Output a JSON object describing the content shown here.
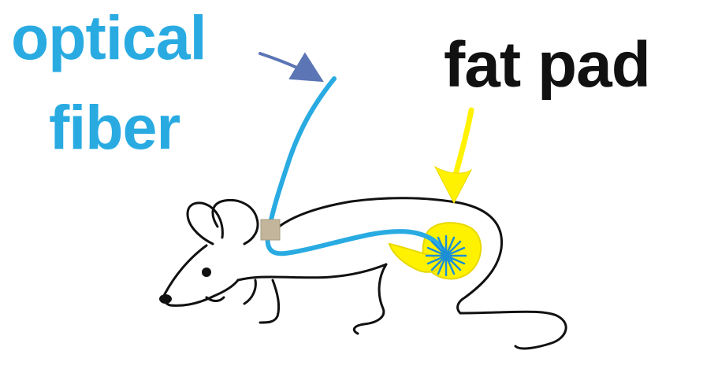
{
  "labels": {
    "optical_fiber_line1": "optical",
    "optical_fiber_line2": "fiber",
    "fat_pad": "fat pad"
  },
  "colors": {
    "fiber_blue": "#29abe2",
    "arrow_blue": "#5b75b5",
    "fat_yellow": "#fff200",
    "text_black": "#111111",
    "outline_black": "#111111",
    "connector_tan": "#c2b59b",
    "light_burst": "#1c8fd6"
  },
  "icons": {
    "mouse": "mouse-outline-illustration",
    "light": "light-burst-icon"
  }
}
